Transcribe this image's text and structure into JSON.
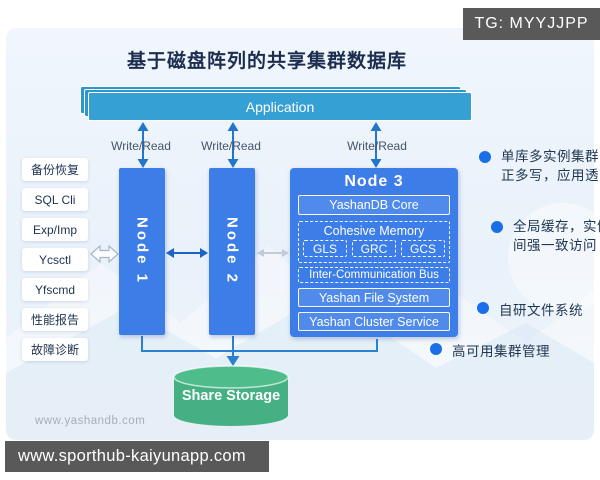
{
  "badge": {
    "text": "TG: MYYJJPP"
  },
  "title": "基于磁盘阵列的共享集群数据库",
  "application": {
    "label": "Application"
  },
  "write_read_labels": [
    "Write/Read",
    "Write/Read",
    "Write/Read"
  ],
  "sidebar": {
    "items": [
      "备份恢复",
      "SQL Cli",
      "Exp/Imp",
      "Ycsctl",
      "Yfscmd",
      "性能报告",
      "故障诊断"
    ]
  },
  "nodes": {
    "node1_label": "Node 1",
    "node2_label": "Node 2"
  },
  "node3": {
    "title": "Node 3",
    "core": "YashanDB Core",
    "memory": {
      "label": "Cohesive Memory",
      "items": [
        "GLS",
        "GRC",
        "GCS"
      ]
    },
    "bus": "Inter-Communication Bus",
    "file_system": "Yashan File System",
    "cluster_service": "Yashan Cluster Service"
  },
  "annotations": [
    "单库多实例集群，真正多写，应用透明",
    "全局缓存，实例间强一致访问",
    "自研文件系统",
    "高可用集群管理"
  ],
  "storage": {
    "label": "Share Storage"
  },
  "watermark": "www.yashandb.com",
  "footer": {
    "url": "www.sporthub-kaiyunapp.com"
  },
  "colors": {
    "node_blue": "#3d7de8",
    "application_teal": "#35a0d3",
    "storage_green": "#45b182",
    "badge_gray": "#595959",
    "bullet_blue": "#1a6fe8",
    "arrow_blue": "#2277cc",
    "title_navy": "#1c2d4f"
  }
}
